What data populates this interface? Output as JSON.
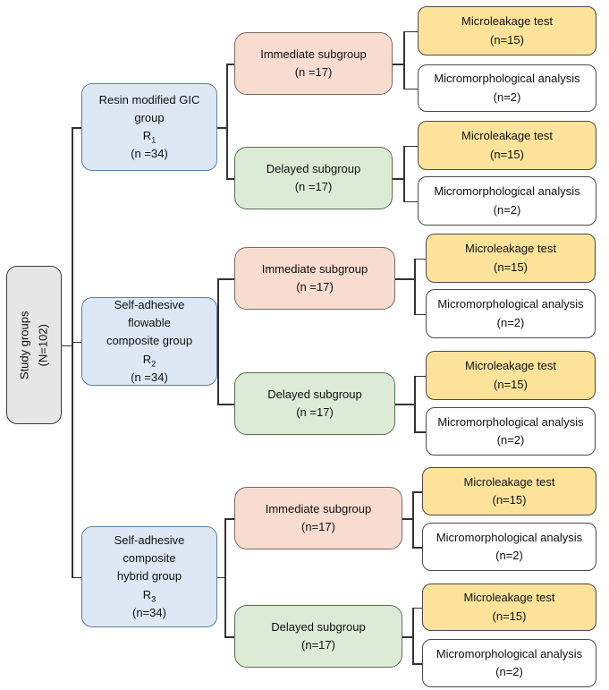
{
  "root": {
    "title": "Study groups",
    "count": "(N=102)"
  },
  "groups": [
    {
      "lines": [
        "Resin modified GIC",
        "group"
      ],
      "code": "R",
      "code_sub": "1",
      "count": "(n =34)",
      "subgroups": [
        {
          "label": "Immediate subgroup",
          "count": "(n =17)",
          "kind": "immediate",
          "leaves": [
            {
              "label": "Microleakage test",
              "count": "(n=15)",
              "kind": "test"
            },
            {
              "label": "Micromorphological analysis",
              "count": "(n=2)",
              "kind": "morph"
            }
          ]
        },
        {
          "label": "Delayed subgroup",
          "count": "(n =17)",
          "kind": "delayed",
          "leaves": [
            {
              "label": "Microleakage test",
              "count": "(n=15)",
              "kind": "test"
            },
            {
              "label": "Micromorphological analysis",
              "count": "(n=2)",
              "kind": "morph"
            }
          ]
        }
      ]
    },
    {
      "lines": [
        "Self-adhesive",
        "flowable",
        "composite group"
      ],
      "code": "R",
      "code_sub": "2",
      "count": "(n =34)",
      "subgroups": [
        {
          "label": "Immediate subgroup",
          "count": "(n =17)",
          "kind": "immediate",
          "leaves": [
            {
              "label": "Microleakage test",
              "count": "(n=15)",
              "kind": "test"
            },
            {
              "label": "Micromorphological analysis",
              "count": "(n=2)",
              "kind": "morph"
            }
          ]
        },
        {
          "label": "Delayed subgroup",
          "count": "(n =17)",
          "kind": "delayed",
          "leaves": [
            {
              "label": "Microleakage test",
              "count": "(n=15)",
              "kind": "test"
            },
            {
              "label": "Micromorphological analysis",
              "count": "(n=2)",
              "kind": "morph"
            }
          ]
        }
      ]
    },
    {
      "lines": [
        "Self-adhesive",
        "composite",
        "hybrid group"
      ],
      "code": "R",
      "code_sub": "3",
      "count": "(n=34)",
      "subgroups": [
        {
          "label": "Immediate subgroup",
          "count": "(n=17)",
          "kind": "immediate",
          "leaves": [
            {
              "label": "Microleakage test",
              "count": "(n=15)",
              "kind": "test"
            },
            {
              "label": "Micromorphological analysis",
              "count": "(n=2)",
              "kind": "morph"
            }
          ]
        },
        {
          "label": "Delayed subgroup",
          "count": "(n=17)",
          "kind": "delayed",
          "leaves": [
            {
              "label": "Microleakage test",
              "count": "(n=15)",
              "kind": "test"
            },
            {
              "label": "Micromorphological analysis",
              "count": "(n=2)",
              "kind": "morph"
            }
          ]
        }
      ]
    }
  ],
  "colors": {
    "root_fill": "#e6e6e6",
    "group_fill": "#dde8f4",
    "immediate_fill": "#f8dccf",
    "delayed_fill": "#dcebd6",
    "test_fill": "#fde39a",
    "morph_fill": "#ffffff",
    "line": "#333333"
  }
}
